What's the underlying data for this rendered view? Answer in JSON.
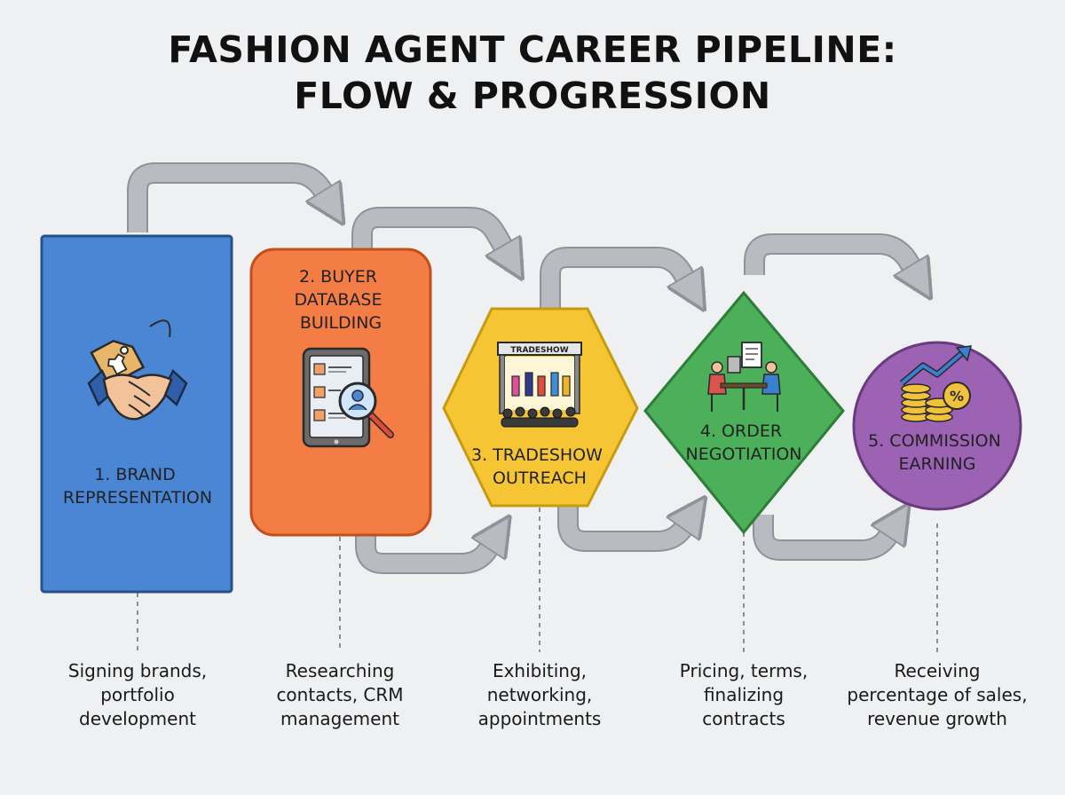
{
  "title": {
    "line1": "FASHION AGENT CAREER PIPELINE:",
    "line2": "FLOW & PROGRESSION"
  },
  "stages": [
    {
      "label_lines": [
        "1. BRAND",
        "REPRESENTATION"
      ],
      "desc_lines": [
        "Signing brands,",
        "portfolio",
        "development"
      ],
      "shape": "rectangle",
      "color": "#4a86d4",
      "icon": "handshake-tag-icon"
    },
    {
      "label_lines": [
        "2. BUYER",
        "DATABASE",
        "BUILDING"
      ],
      "desc_lines": [
        "Researching",
        "contacts, CRM",
        "management"
      ],
      "shape": "rounded-rectangle",
      "color": "#f47c45",
      "icon": "tablet-search-icon"
    },
    {
      "label_lines": [
        "3. TRADESHOW",
        "OUTREACH"
      ],
      "desc_lines": [
        "Exhibiting,",
        "networking,",
        "appointments"
      ],
      "shape": "hexagon",
      "color": "#f5c533",
      "icon": "tradeshow-booth-icon",
      "icon_text": "TRADESHOW"
    },
    {
      "label_lines": [
        "4. ORDER",
        "NEGOTIATION"
      ],
      "desc_lines": [
        "Pricing, terms,",
        "finalizing",
        "contracts"
      ],
      "shape": "diamond",
      "color": "#4caf5a",
      "icon": "negotiation-table-icon"
    },
    {
      "label_lines": [
        "5. COMMISSION",
        "EARNING"
      ],
      "desc_lines": [
        "Receiving",
        "percentage of sales,",
        "revenue growth"
      ],
      "shape": "circle",
      "color": "#9c62b3",
      "icon": "coins-growth-icon"
    }
  ],
  "arrow_color": "#b8bcc1"
}
